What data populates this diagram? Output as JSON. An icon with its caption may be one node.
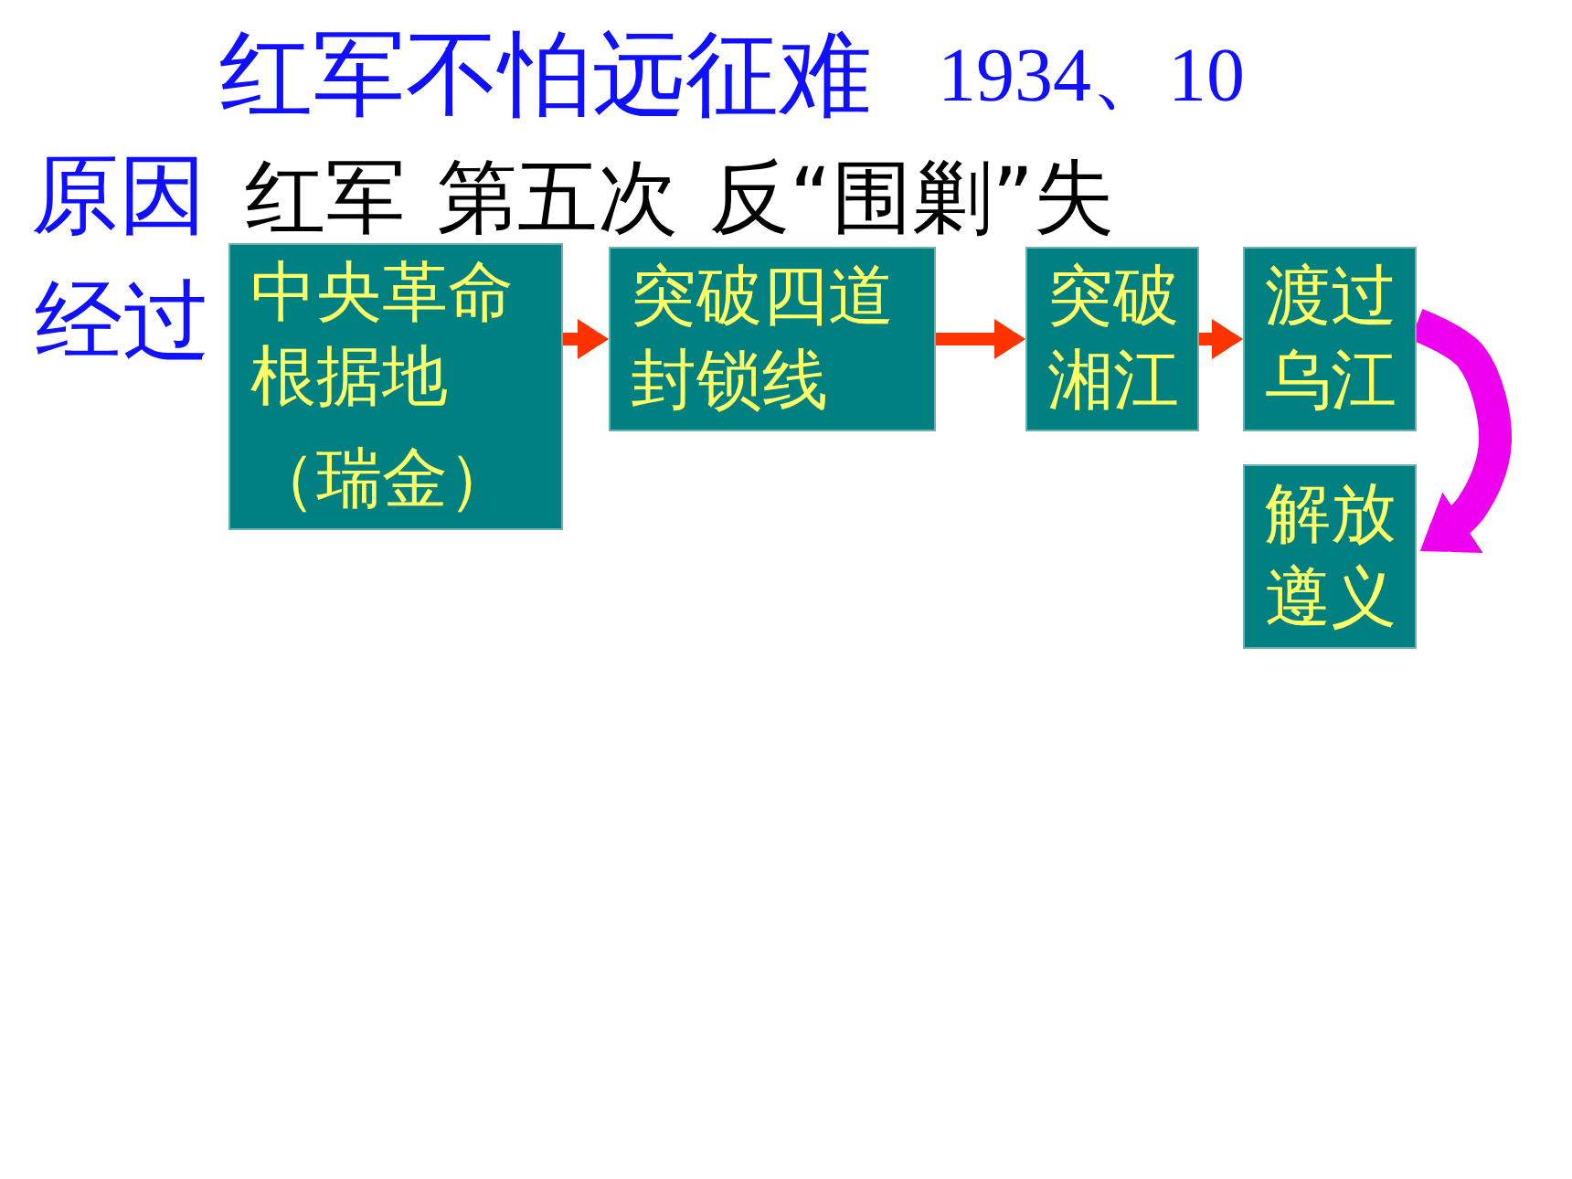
{
  "diagram": {
    "title": "红军不怕远征难",
    "nodes": [
      {
        "text": [
          "中央革命根据地",
          "（瑞金）"
        ]
      },
      {
        "text": [
          "突破四道封锁线"
        ]
      },
      {
        "text": [
          "突破湘江"
        ]
      },
      {
        "text": [
          "渡过乌江"
        ]
      },
      {
        "text": [
          "解放遵义"
        ]
      }
    ],
    "edges": [
      {
        "from": 0,
        "to": 1,
        "arrow": "to"
      },
      {
        "from": 1,
        "to": 2,
        "arrow": "to"
      },
      {
        "from": 2,
        "to": 3,
        "arrow": "to"
      },
      {
        "from": 3,
        "to": 4,
        "arrow": "to",
        "style": "thick",
        "color": "#ee00ee"
      }
    ],
    "labels": [
      "1934、10",
      "原因",
      "红军 第五次 反“围剿”失",
      "经过"
    ]
  }
}
